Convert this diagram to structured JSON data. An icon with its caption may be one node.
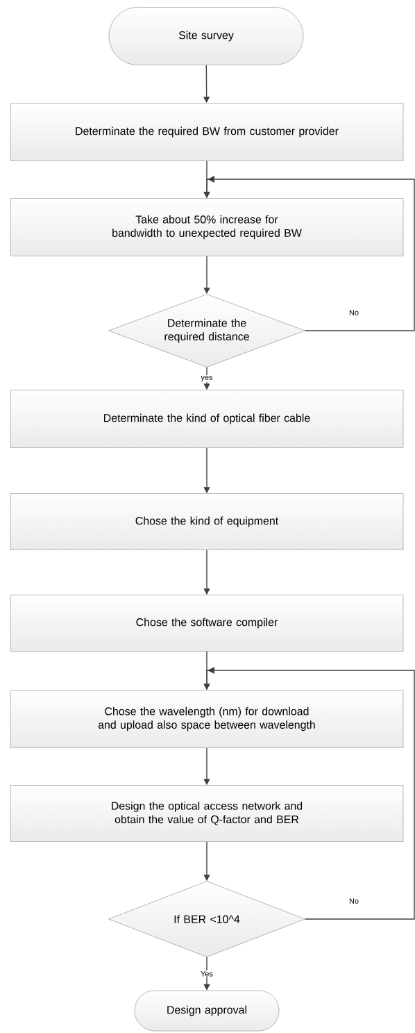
{
  "diagram": {
    "nodes": [
      {
        "text": [
          "Site survey"
        ]
      },
      {
        "text": [
          "Determinate the required  BW from customer provider"
        ]
      },
      {
        "text": [
          "Take about 50% increase for bandwidth to unexpected required BW"
        ]
      },
      {
        "text": [
          "Determinate the required distance"
        ]
      },
      {
        "text": [
          "Determinate the kind of optical fiber cable"
        ]
      },
      {
        "text": [
          "Chose the kind of equipment"
        ]
      },
      {
        "text": [
          "Chose the software compiler"
        ]
      },
      {
        "text": [
          "Chose the wavelength (nm) for download and upload also space between wavelength"
        ]
      },
      {
        "text": [
          "Design the optical access network and  obtain the value of Q-factor and BER"
        ]
      },
      {
        "text": [
          "If BER <10^4"
        ]
      },
      {
        "text": [
          "Design approval"
        ]
      }
    ],
    "edges": [
      {
        "from": 0,
        "to": 1,
        "arrow": "to"
      },
      {
        "from": 1,
        "to": 2,
        "arrow": "to"
      },
      {
        "from": 2,
        "to": 3,
        "arrow": "to"
      },
      {
        "from": 3,
        "to": 4,
        "arrow": "to",
        "label": "yes"
      },
      {
        "from": 4,
        "to": 5,
        "arrow": "to"
      },
      {
        "from": 5,
        "to": 6,
        "arrow": "to"
      },
      {
        "from": 6,
        "to": 7,
        "arrow": "to"
      },
      {
        "from": 7,
        "to": 8,
        "arrow": "to"
      },
      {
        "from": 8,
        "to": 9,
        "arrow": "to"
      },
      {
        "from": 9,
        "to": 10,
        "arrow": "to",
        "label": "Yes"
      },
      {
        "from": 3,
        "to": 2,
        "arrow": "to",
        "label": "No"
      },
      {
        "from": 9,
        "to": 7,
        "arrow": "to",
        "label": "No"
      }
    ]
  }
}
